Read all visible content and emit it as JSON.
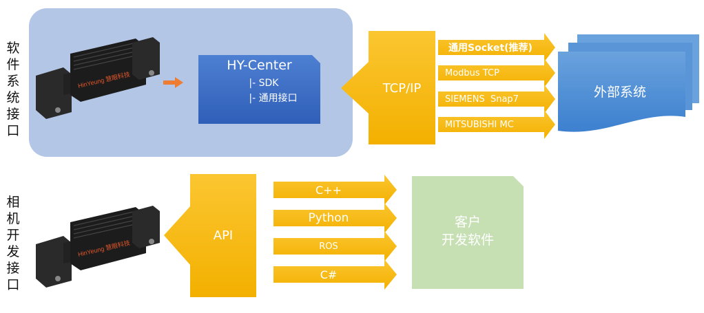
{
  "labels": {
    "software_interface": "软件系统接口",
    "camera_interface": "相机开发接口"
  },
  "camera_logo": "HinYeung 慧眼科技",
  "hy_center": {
    "title": "HY-Center",
    "items": [
      "|- SDK",
      "|- 通用接口"
    ]
  },
  "tcpip": "TCP/IP",
  "protocols": [
    "通用Socket(推荐)",
    "Modbus TCP",
    "SIEMENS  Snap7",
    "MITSUBISHI MC"
  ],
  "external_system": "外部系统",
  "api": "API",
  "languages": [
    "C++",
    "Python",
    "ROS",
    "C#"
  ],
  "client": {
    "line1": "客户",
    "line2": "开发软件"
  },
  "colors": {
    "panel": "#b3c6e6",
    "hy_center": "#3a6cc6",
    "yellow": "#f7bd1a",
    "external": "#4a8ad4",
    "client": "#c6e0b4",
    "orange_arrow": "#ee7d31"
  }
}
